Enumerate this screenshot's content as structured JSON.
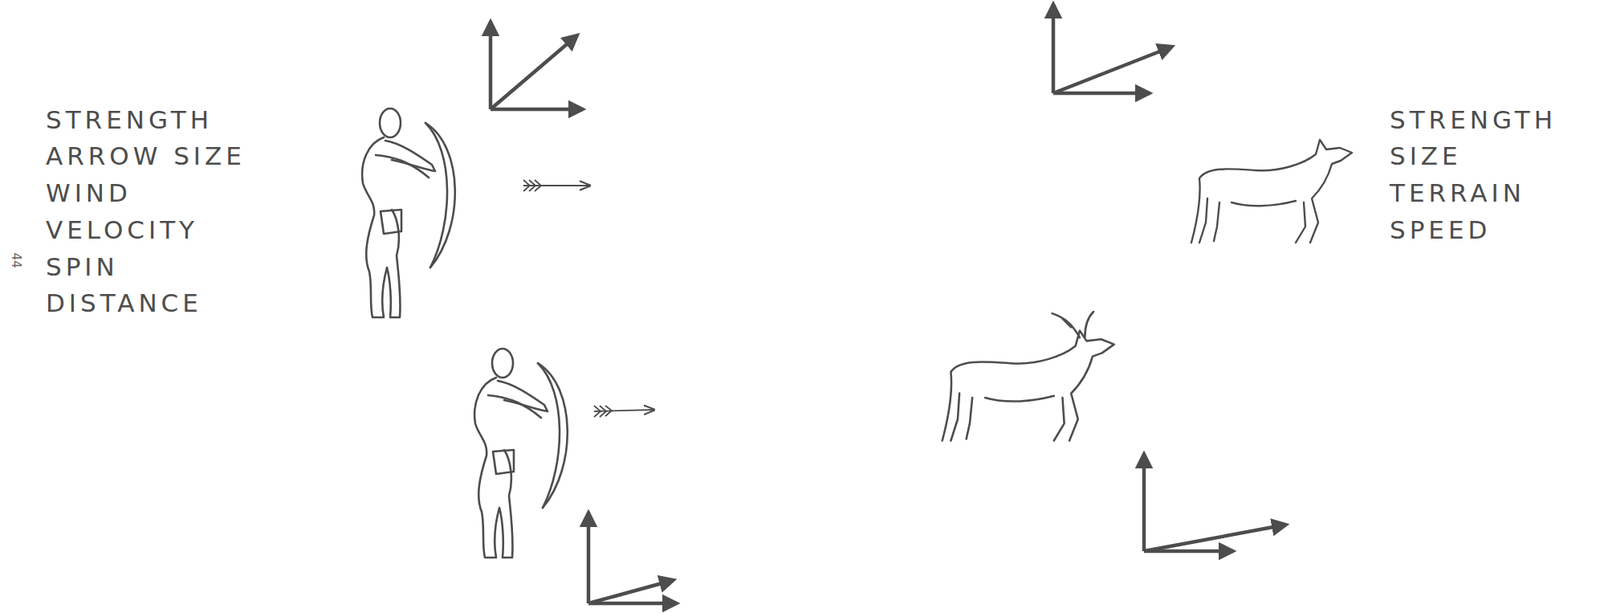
{
  "diagram": {
    "labels": [
      "STRENGTH",
      "ARROW SIZE",
      "WIND",
      "VELOCITY",
      "SPIN",
      "DISTANCE",
      "44",
      "STRENGTH",
      "SIZE",
      "TERRAIN",
      "SPEED"
    ]
  }
}
